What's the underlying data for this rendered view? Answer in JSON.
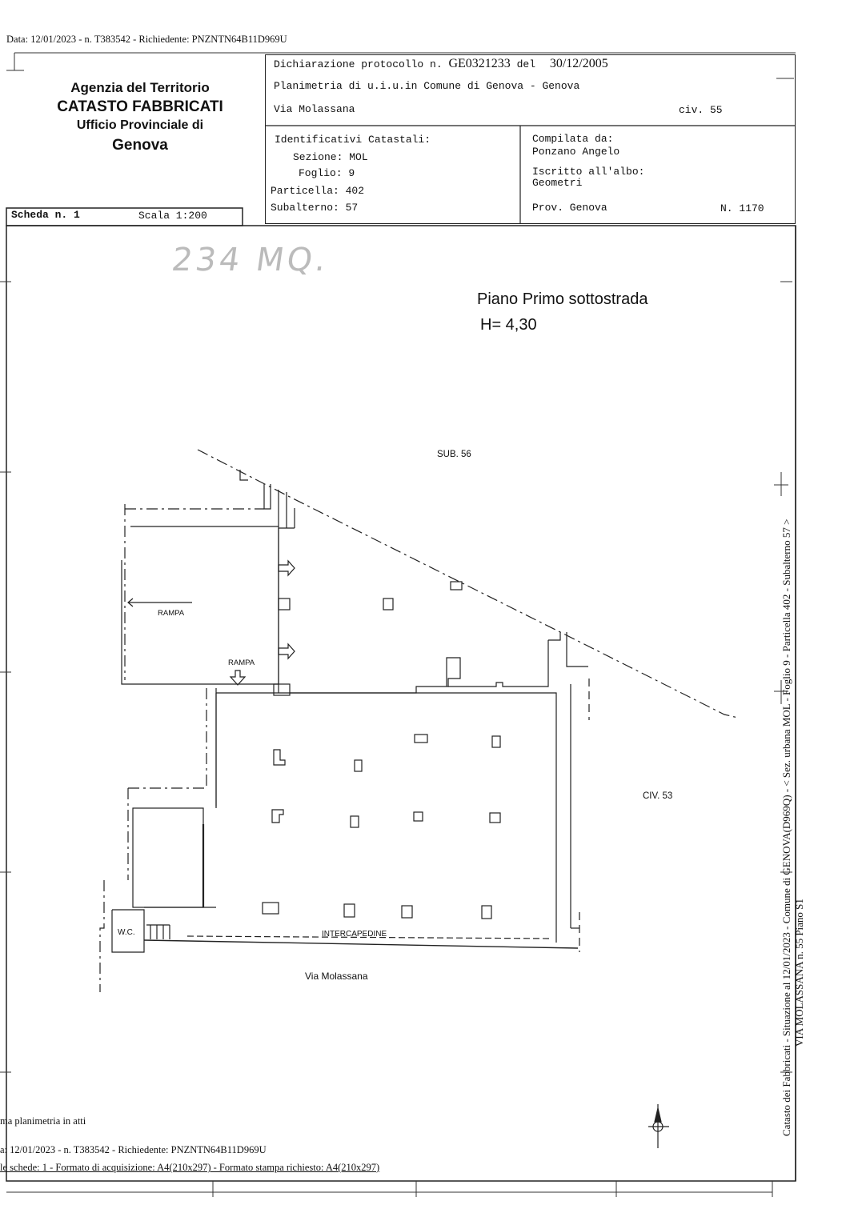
{
  "header": {
    "request_line": "Data: 12/01/2023 - n. T383542 - Richiedente: PNZNTN64B11D969U"
  },
  "agency": {
    "line1": "Agenzia del Territorio",
    "line2": "CATASTO FABBRICATI",
    "line3": "Ufficio Provinciale di",
    "line4": "Genova"
  },
  "declaration": {
    "prefix": "Dichiarazione protocollo n.",
    "number": "GE0321233",
    "del_label": "del",
    "date": "30/12/2005",
    "plan_line": "Planimetria di u.i.u.in Comune di Genova - Genova",
    "street": "Via Molassana",
    "civic": "civ. 55"
  },
  "identifiers": {
    "title": "Identificativi Catastali:",
    "sezione": "Sezione: MOL",
    "foglio": "Foglio: 9",
    "particella": "Particella: 402",
    "subalterno": "Subalterno: 57"
  },
  "compiler": {
    "title": "Compilata da:",
    "name": "Ponzano Angelo",
    "albo_label": "Iscritto all'albo:",
    "albo_value": "Geometri",
    "prov": "Prov. Genova",
    "number": "N. 1170"
  },
  "scheda": {
    "label": "Scheda n. 1",
    "scale": "Scala 1:200"
  },
  "handwritten_area": "234 MQ.",
  "floor": {
    "name": "Piano Primo sottostrada",
    "height": "H= 4,30"
  },
  "plan_labels": {
    "sub56": "SUB. 56",
    "rampa1": "RAMPA",
    "rampa2": "RAMPA",
    "civ53": "CIV. 53",
    "wc": "W.C.",
    "intercapedine": "INTERCAPEDINE",
    "street": "Via Molassana"
  },
  "footer": {
    "line1": "ma planimetria in atti",
    "line2": "a: 12/01/2023 - n. T383542 - Richiedente: PNZNTN64B11D969U",
    "line3": "le schede: 1 - Formato di acquisizione: A4(210x297) - Formato stampa richiesto: A4(210x297)"
  },
  "side": {
    "line1": "Catasto dei Fabbricati - Situazione al 12/01/2023 - Comune di GENOVA(D969Q) - < Sez. urbana MOL - Foglio 9 - Particella 402 - Subalterno 57 >",
    "line2": "VIA MOLASSANA n. 55 Piano S1"
  }
}
